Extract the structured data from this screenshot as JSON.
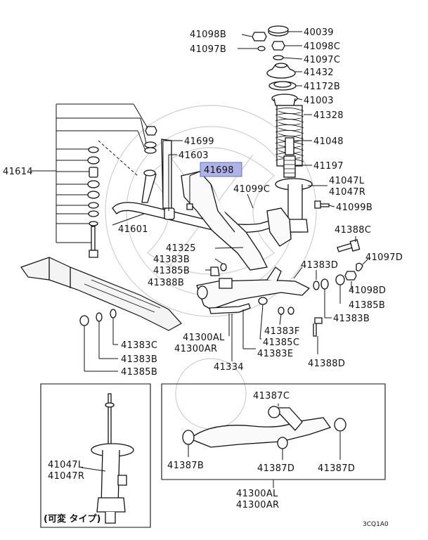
{
  "labels": {
    "p40039": "40039",
    "p41098b": "41098B",
    "p41098c": "41098C",
    "p41097b": "41097B",
    "p41097c": "41097C",
    "p41432": "41432",
    "p41172b": "41172B",
    "p41003": "41003",
    "p41328": "41328",
    "p41048": "41048",
    "p41197": "41197",
    "p41047l": "41047L",
    "p41047r": "41047R",
    "p41099b": "41099B",
    "p41388c": "41388C",
    "p41097d": "41097D",
    "p41098d": "41098D",
    "p41385b_r": "41385B",
    "p41383b_r": "41383B",
    "p41383d": "41383D",
    "p41699": "41699",
    "p41603": "41603",
    "p41698": "41698",
    "p41099c": "41099C",
    "p41614": "41614",
    "p41601": "41601",
    "p41325": "41325",
    "p41383b_m": "41383B",
    "p41385b_m": "41385B",
    "p41388b": "41388B",
    "p41300al": "41300AL",
    "p41300ar": "41300AR",
    "p41334": "41334",
    "p41383f": "41383F",
    "p41385c": "41385C",
    "p41383e": "41383E",
    "p41388d": "41388D",
    "p41383c": "41383C",
    "p41383b_l": "41383B",
    "p41385b_l": "41385B",
    "inset_strut_l": "41047L",
    "inset_strut_r": "41047R",
    "inset_variable": "(可変 タイプ)",
    "p41387c": "41387C",
    "p41387b": "41387B",
    "p41387d_a": "41387D",
    "p41387d_b": "41387D",
    "arm_al": "41300AL",
    "arm_ar": "41300AR",
    "diagram_code": "3CQ1A0"
  },
  "highlight": {
    "part": "41698",
    "color": "#aeb4e6"
  }
}
